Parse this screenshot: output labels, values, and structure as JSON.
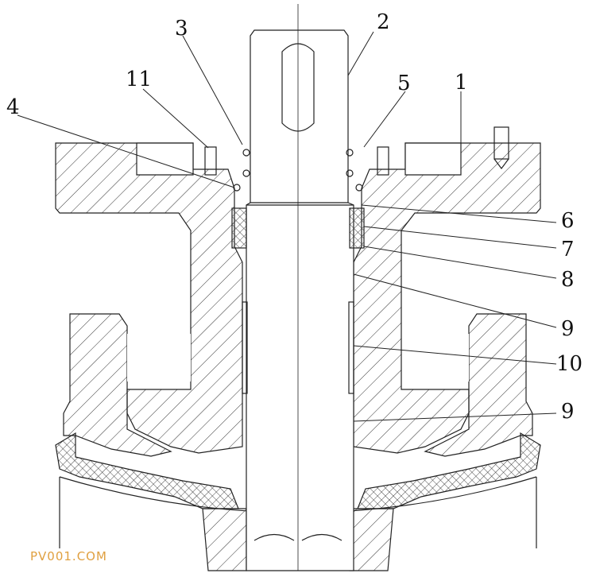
{
  "diagram": {
    "part_labels": {
      "p1": "1",
      "p2": "2",
      "p3": "3",
      "p4": "4",
      "p5": "5",
      "p6": "6",
      "p7": "7",
      "p8": "8",
      "p9a": "9",
      "p9b": "9",
      "p10": "10",
      "p11": "11"
    },
    "watermark": "PV001.COM"
  },
  "colors": {
    "line": "#222222",
    "hatch": "#333333",
    "background": "#ffffff",
    "watermark": "#e0a040"
  }
}
